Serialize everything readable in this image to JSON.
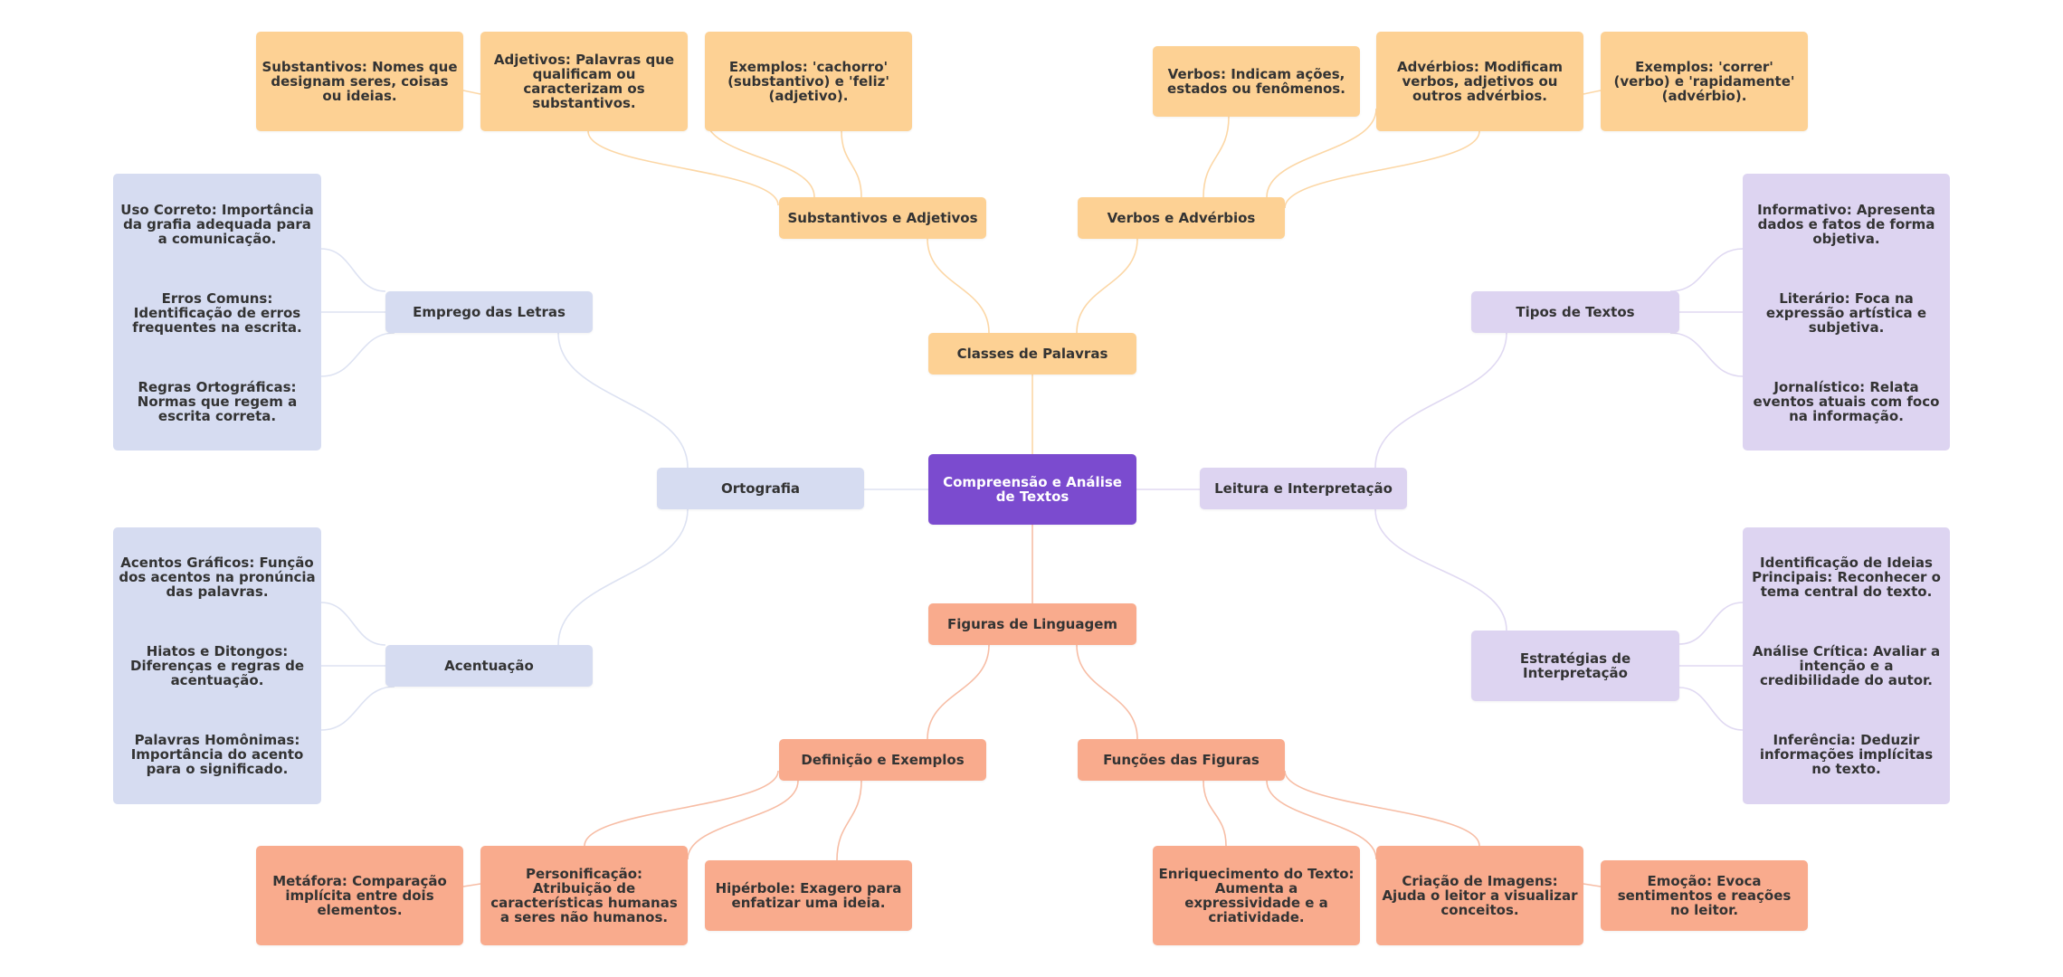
{
  "colors": {
    "root": "#7b4bcf",
    "classes": "#fdd194",
    "classes_edge": "#fcd7a6",
    "ortografia": "#d6dcf1",
    "ortografia_edge": "#dde2f2",
    "leitura": "#ddd4f1",
    "leitura_edge": "#e0d9f2",
    "figuras": "#f9ab8d",
    "figuras_edge": "#f7bda5"
  },
  "root": {
    "label": "Compreensão e Análise de Textos"
  },
  "branches": {
    "classes": {
      "label": "Classes de Palavras",
      "substantivos": {
        "label": "Substantivos e Adjetivos",
        "items": [
          "Substantivos: Nomes que designam seres, coisas ou ideias.",
          "Adjetivos: Palavras que qualificam ou caracterizam os substantivos.",
          "Exemplos: 'cachorro' (substantivo) e 'feliz' (adjetivo)."
        ]
      },
      "verbos": {
        "label": "Verbos e Advérbios",
        "items": [
          "Verbos: Indicam ações, estados ou fenômenos.",
          "Advérbios: Modificam verbos, adjetivos ou outros advérbios.",
          "Exemplos: 'correr' (verbo) e 'rapidamente' (advérbio)."
        ]
      }
    },
    "ortografia": {
      "label": "Ortografia",
      "emprego": {
        "label": "Emprego das Letras",
        "items": [
          "Uso Correto: Importância da grafia adequada para a comunicação.",
          "Erros Comuns: Identificação de erros frequentes na escrita.",
          "Regras Ortográficas: Normas que regem a escrita correta."
        ]
      },
      "acentuacao": {
        "label": "Acentuação",
        "items": [
          "Acentos Gráficos: Função dos acentos na pronúncia das palavras.",
          "Hiatos e Ditongos: Diferenças e regras de acentuação.",
          "Palavras Homônimas: Importância do acento para o significado."
        ]
      }
    },
    "leitura": {
      "label": "Leitura e Interpretação",
      "tipos": {
        "label": "Tipos de Textos",
        "items": [
          "Informativo: Apresenta dados e fatos de forma objetiva.",
          "Literário: Foca na expressão artística e subjetiva.",
          "Jornalístico: Relata eventos atuais com foco na informação."
        ]
      },
      "estrategias": {
        "label": "Estratégias de Interpretação",
        "items": [
          "Identificação de Ideias Principais: Reconhecer o tema central do texto.",
          "Análise Crítica: Avaliar a intenção e a credibilidade do autor.",
          "Inferência: Deduzir informações implícitas no texto."
        ]
      }
    },
    "figuras": {
      "label": "Figuras de Linguagem",
      "definicao": {
        "label": "Definição e Exemplos",
        "items": [
          "Metáfora: Comparação implícita entre dois elementos.",
          "Personificação: Atribuição de características humanas a seres não humanos.",
          "Hipérbole: Exagero para enfatizar uma ideia."
        ]
      },
      "funcoes": {
        "label": "Funções das Figuras",
        "items": [
          "Enriquecimento do Texto: Aumenta a expressividade e a criatividade.",
          "Criação de Imagens: Ajuda o leitor a visualizar conceitos.",
          "Emoção: Evoca sentimentos e reações no leitor."
        ]
      }
    }
  }
}
